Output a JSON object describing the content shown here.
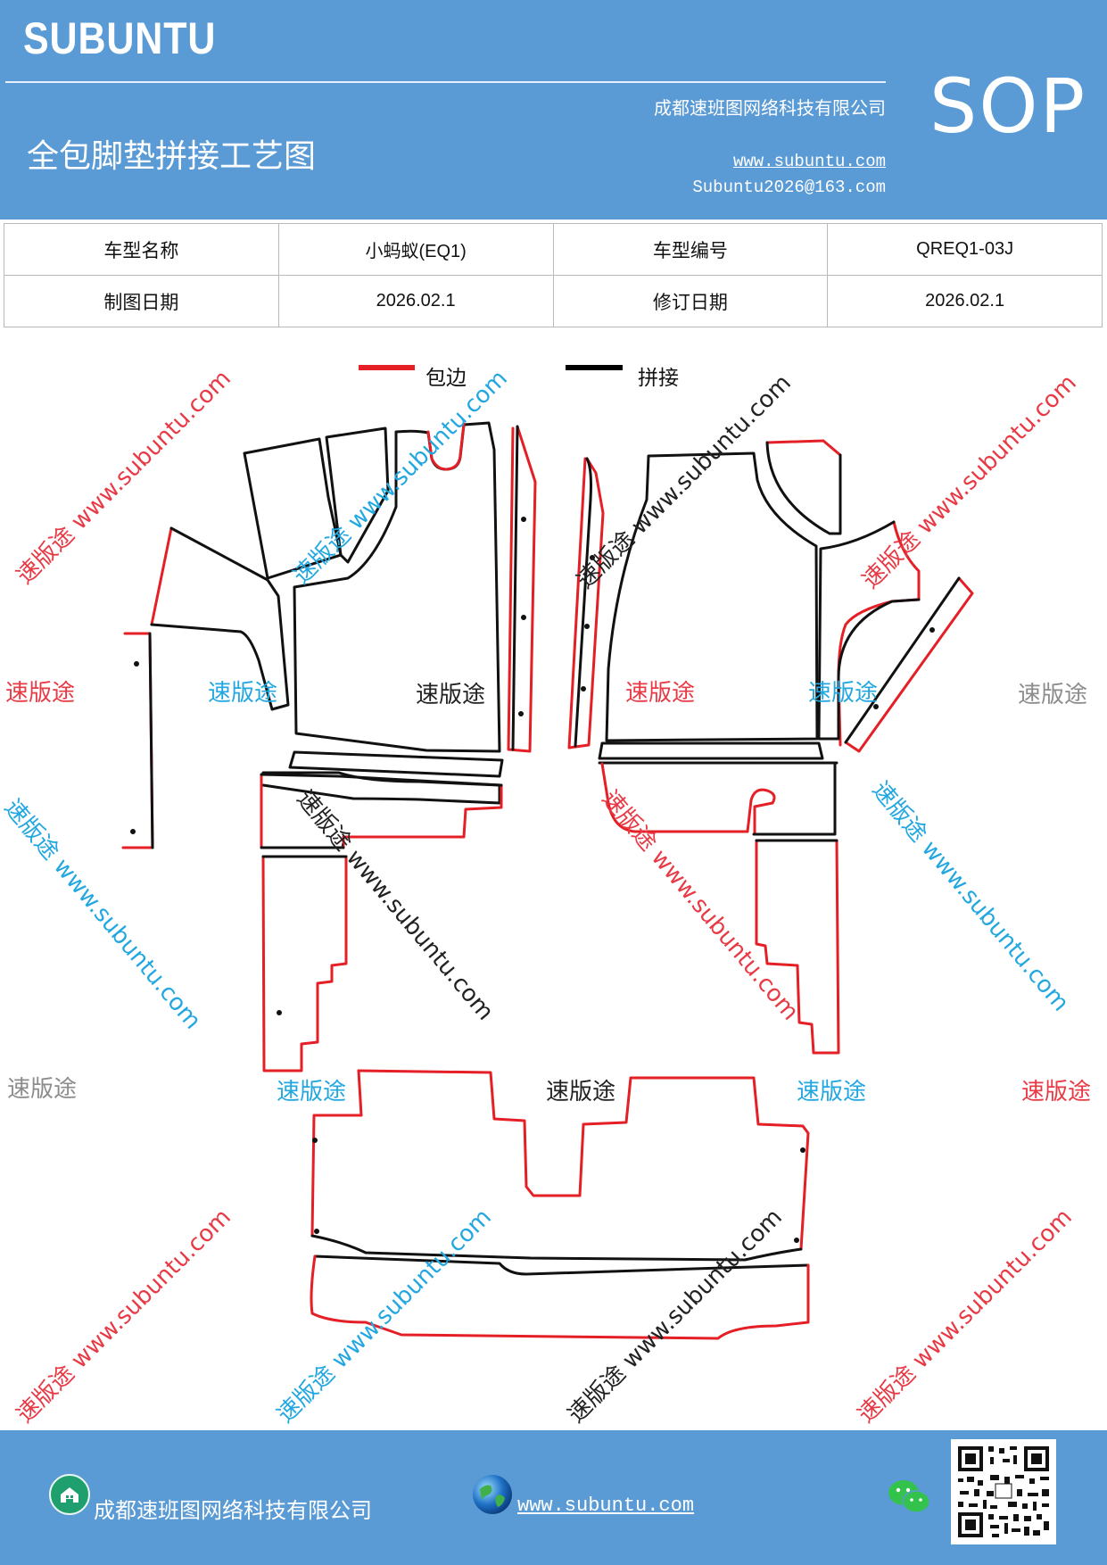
{
  "header": {
    "brand": "SUBUNTU",
    "company": "成都速班图网络科技有限公司",
    "title": "全包脚垫拼接工艺图",
    "website": "www.subuntu.com",
    "email": "Subuntu2026@163.com",
    "sop": "SOP"
  },
  "info": {
    "model_name_label": "车型名称",
    "model_name": "小蚂蚁(EQ1)",
    "model_code_label": "车型编号",
    "model_code": "QREQ1-03J",
    "draw_date_label": "制图日期",
    "draw_date": "2026.02.1",
    "revise_date_label": "修订日期",
    "revise_date": "2026.02.1"
  },
  "legend": {
    "edge_label": "包边",
    "edge_color": "#e41f26",
    "splice_label": "拼接",
    "splice_color": "#000000"
  },
  "watermarks": {
    "brand_cn": "速版途",
    "url": "www.subuntu.com",
    "diagonal_up": "速版途 www.subuntu.com",
    "diagonal_down": "速版途 www.subuntu.com",
    "colors": {
      "red": "#e83a45",
      "blue": "#22a7e0",
      "gray": "#8c8c8c",
      "dark": "#222222"
    }
  },
  "footer": {
    "company": "成都速班图网络科技有限公司",
    "website": "www.subuntu.com"
  }
}
